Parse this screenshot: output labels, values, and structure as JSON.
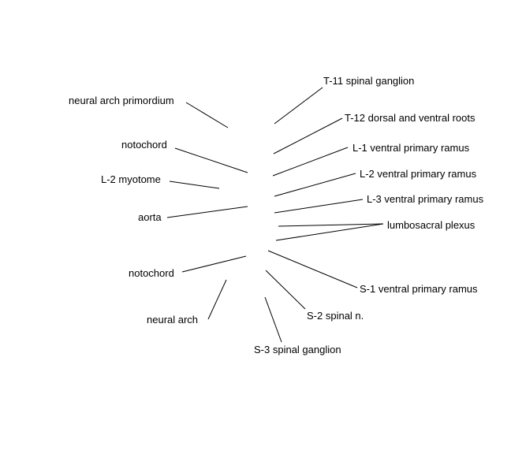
{
  "colors": {
    "background": "#ffffff",
    "ink": "#000000"
  },
  "labels": {
    "neural_arch_primordium": "neural arch primordium",
    "notochord_upper": "notochord",
    "l2_myotome": "L-2 myotome",
    "aorta": "aorta",
    "notochord_lower": "notochord",
    "neural_arch": "neural arch",
    "t11_spinal_ganglion": "T-11 spinal ganglion",
    "t12_roots": "T-12 dorsal and ventral roots",
    "l1_ventral_ramus": "L-1 ventral primary ramus",
    "l2_ventral_ramus": "L-2 ventral primary ramus",
    "l3_ventral_ramus": "L-3 ventral primary ramus",
    "lumbosacral_plexus": "lumbosacral plexus",
    "s1_ventral_ramus": "S-1 ventral primary ramus",
    "s2_spinal_nerve": "S-2 spinal n.",
    "s3_spinal_ganglion": "S-3 spinal ganglion"
  }
}
